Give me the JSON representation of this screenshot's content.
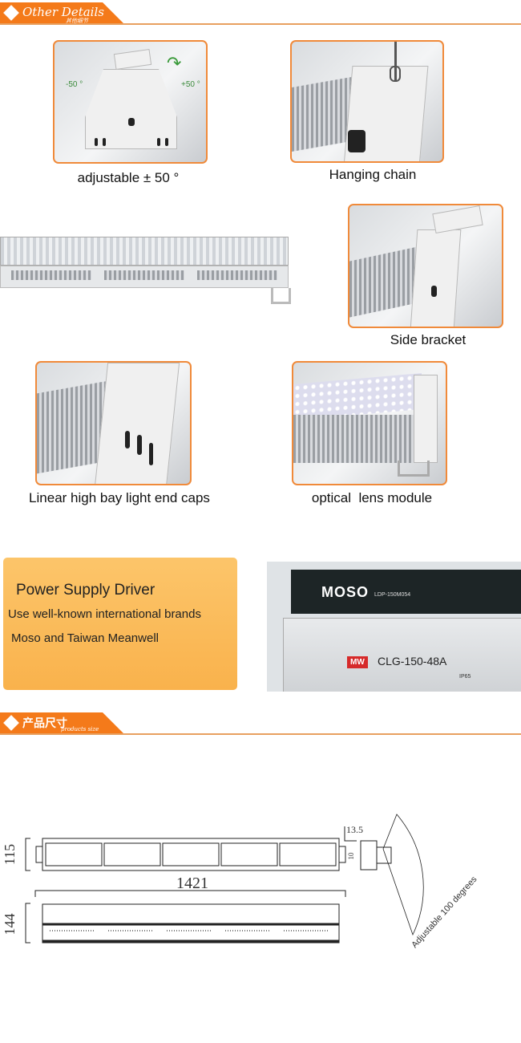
{
  "section1": {
    "title": "Other Details",
    "subtitle_cn": "其他细节"
  },
  "photos": [
    {
      "caption": "adjustable ± 50 °",
      "label_left": "-50 °",
      "label_right": "+50 °"
    },
    {
      "caption": "Hanging chain"
    },
    {
      "caption": "Side bracket"
    },
    {
      "caption": "Linear high bay light end caps"
    },
    {
      "caption": "optical  lens module"
    }
  ],
  "power_supply": {
    "heading": "Power Supply Driver",
    "line1": "Use well-known international brands",
    "line2": "Moso and Taiwan Meanwell",
    "driver_image": {
      "brand1": "MOSO",
      "model1": "LDP-150M054",
      "brand2": "MW",
      "model2": "CLG-150-48A",
      "rating": "IP65"
    }
  },
  "section2": {
    "title_cn": "产品尺寸",
    "subtitle": "products size"
  },
  "dimensions": {
    "height_top": "115",
    "length": "1421",
    "height_side": "144",
    "bracket_offset": "13.5",
    "bracket_width": "10",
    "adjust_note": "Adjustable 100 degrees"
  },
  "colors": {
    "accent": "#f47a1a",
    "frame": "#f08a3a",
    "power_bg": "#fbbd5d"
  }
}
